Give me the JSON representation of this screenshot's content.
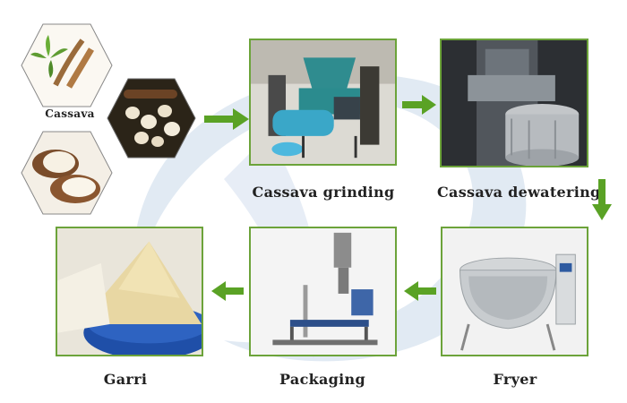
{
  "steps": {
    "cassava": "Cassava",
    "grinding": "Cassava grinding",
    "dewatering": "Cassava dewatering",
    "fryer": "Fryer",
    "packaging": "Packaging",
    "garri": "Garri"
  },
  "colors": {
    "arrow": "#5aa225",
    "border": "#6ca33a",
    "watermark": "#c9d8ea"
  }
}
